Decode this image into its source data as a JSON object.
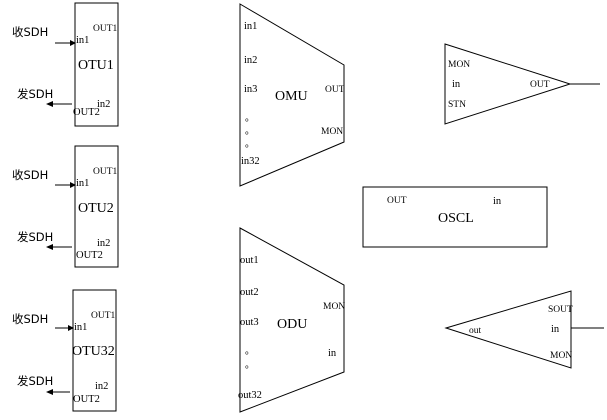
{
  "otu_units": [
    {
      "name": "OTU1",
      "in_port": "in1",
      "out_port_top": "OUT1",
      "in_port_bottom": "in2",
      "out_port_bottom": "OUT2",
      "rx_label": "收SDH",
      "tx_label": "发SDH"
    },
    {
      "name": "OTU2",
      "in_port": "in1",
      "out_port_top": "OUT1",
      "in_port_bottom": "in2",
      "out_port_bottom": "OUT2",
      "rx_label": "收SDH",
      "tx_label": "发SDH"
    },
    {
      "name": "OTU32",
      "in_port": "in1",
      "out_port_top": "OUT1",
      "in_port_bottom": "in2",
      "out_port_bottom": "OUT2",
      "rx_label": "收SDH",
      "tx_label": "发SDH"
    }
  ],
  "omu": {
    "name": "OMU",
    "inputs": [
      "in1",
      "in2",
      "in3"
    ],
    "ellipsis": [
      "。",
      "。",
      "。"
    ],
    "last_input": "in32",
    "out_port": "OUT",
    "mon_port": "MON"
  },
  "odu": {
    "name": "ODU",
    "outputs": [
      "out1",
      "out2",
      "out3"
    ],
    "ellipsis": [
      "。",
      "。"
    ],
    "last_output": "out32",
    "mon_port": "MON",
    "in_port": "in"
  },
  "oscl": {
    "name": "OSCL",
    "out_port": "OUT",
    "in_port": "in"
  },
  "booster_amp": {
    "mon_port": "MON",
    "in_port": "in",
    "stn_port": "STN",
    "out_port": "OUT"
  },
  "preamp": {
    "sout_port": "SOUT",
    "in_port": "in",
    "mon_port": "MON",
    "out_port": "out"
  }
}
